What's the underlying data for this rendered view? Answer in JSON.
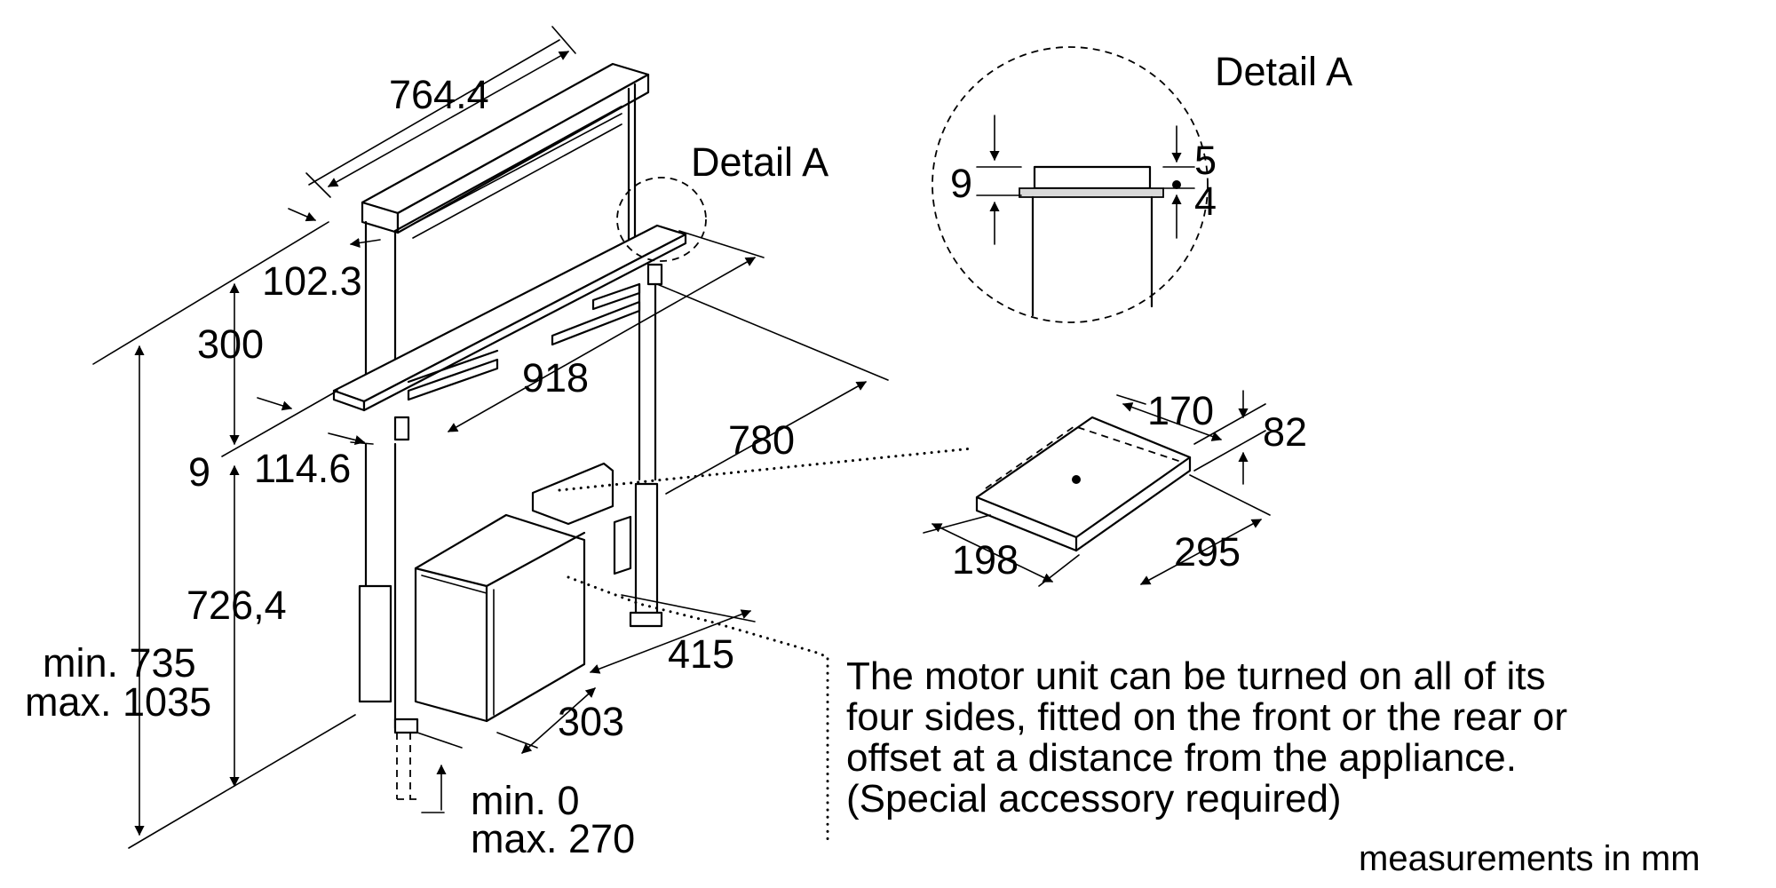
{
  "drawing": {
    "detail_callout_label": "Detail A",
    "detail_title": "Detail A",
    "dimensions": {
      "width": "764.4",
      "depth": "102.3",
      "height_above_counter": "300",
      "rail_thickness": "9",
      "frame_depth": "114.6",
      "rail_width": "918",
      "cutout_depth": "780",
      "body_height": "726,4",
      "total_height": "min. 735",
      "total_height_max": "max. 1035",
      "motor_offset": "415",
      "motor_depth": "303",
      "adjust_min": "min. 0",
      "adjust_max": "max. 270",
      "filter_width": "170",
      "filter_height": "82",
      "filter_depth": "198",
      "filter_length": "295",
      "detail_total": "9",
      "detail_top": "5",
      "detail_bottom": "4"
    },
    "note_lines": [
      "The motor unit can be turned on all of its",
      "four sides, fitted on the front or the rear or",
      "offset at a distance from the appliance.",
      "(Special accessory required)"
    ],
    "units_label": "measurements in mm"
  }
}
